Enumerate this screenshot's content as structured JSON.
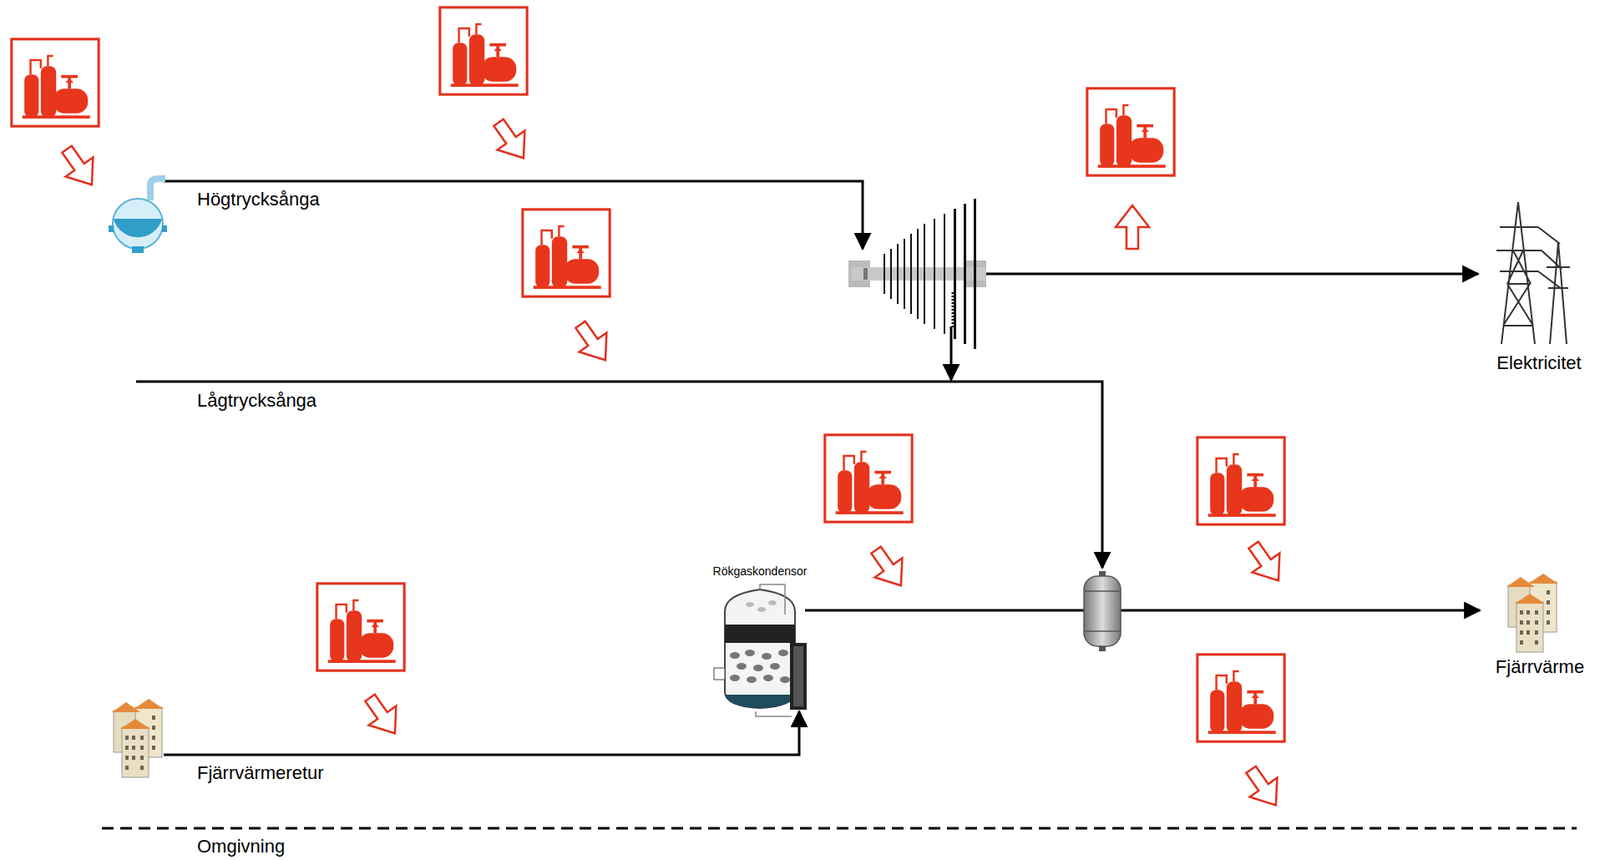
{
  "diagram": {
    "nodes": [
      {
        "text": [
          "Rökgaskondensor"
        ]
      },
      {
        "text": [
          "Elektricitet"
        ]
      },
      {
        "text": [
          "Fjärrvärme"
        ]
      }
    ],
    "edges": [
      {
        "from": 0,
        "to": 2,
        "arrow": "to"
      }
    ],
    "labels": [
      "Högtrycksånga",
      "Lågtrycksånga",
      "Fjärrvärmeretur",
      "Omgivning"
    ]
  }
}
